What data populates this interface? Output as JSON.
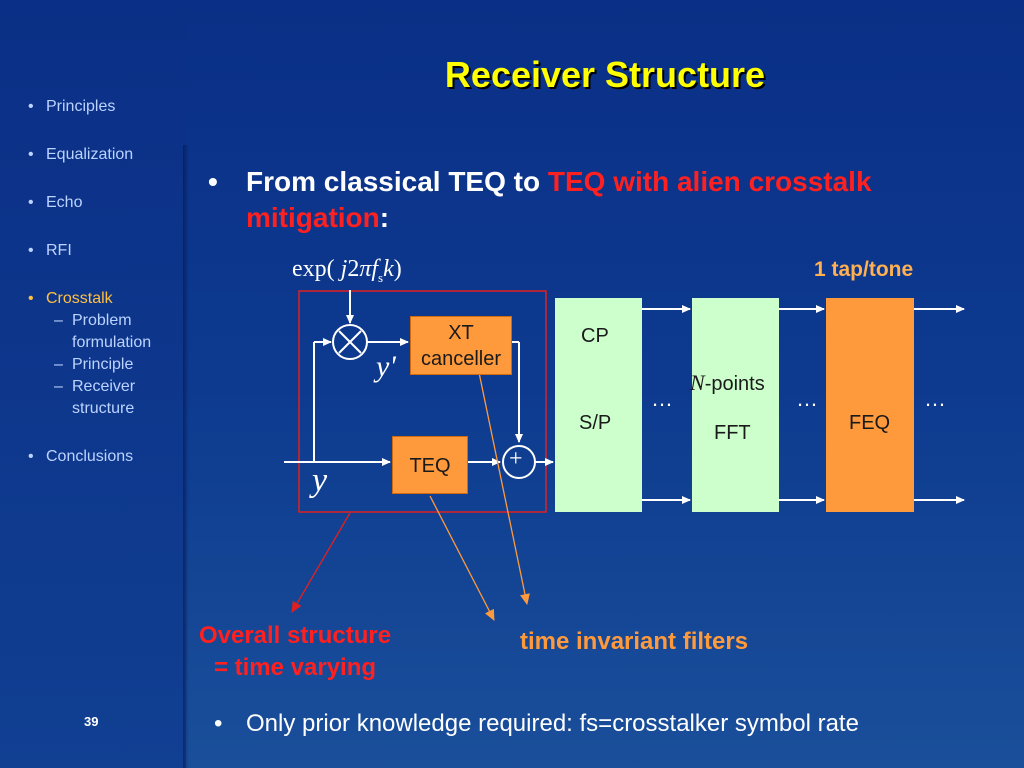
{
  "sidebar": {
    "items": [
      {
        "label": "Principles"
      },
      {
        "label": "Equalization"
      },
      {
        "label": "Echo"
      },
      {
        "label": "RFI"
      },
      {
        "label": "Crosstalk"
      }
    ],
    "subitems": [
      {
        "line1": "Problem",
        "line2": "formulation"
      },
      {
        "line1": "Principle",
        "line2": ""
      },
      {
        "line1": "Receiver",
        "line2": "structure"
      }
    ],
    "last_item": "Conclusions",
    "active_item": "Crosstalk",
    "active_color": "#ffc040"
  },
  "slide": {
    "title": "Receiver Structure",
    "bullet1": {
      "part1": "From classical TEQ to ",
      "part2": "TEQ with alien crosstalk mitigation",
      "part3": ":"
    },
    "bullet2": "Only prior knowledge required: fs=crosstalker symbol rate",
    "page_number": "39"
  },
  "diagram": {
    "exp_label": {
      "prefix": "exp(",
      "j": " j",
      "two": "2",
      "pi": "π",
      "f": "f",
      "sub": "s",
      "k": "k",
      "suffix": ")"
    },
    "tap_label": "1 tap/tone",
    "xt_canceller": {
      "line1": "XT",
      "line2": "canceller"
    },
    "teq_label": "TEQ",
    "y_prime": "y'",
    "y": "y",
    "multiplier_symbol": "×",
    "adder_symbol": "+",
    "sp_block": {
      "cp": "CP",
      "label": "S/P"
    },
    "fft_block": {
      "n": "N",
      "points": "-points",
      "label": "FFT"
    },
    "feq_block": {
      "label": "FEQ"
    },
    "dots": "…",
    "annotation_left": {
      "line1": "Overall structure",
      "line2": "= time varying"
    },
    "annotation_right": "time invariant filters"
  },
  "colors": {
    "background": "#0d3a8f",
    "title": "#ffff00",
    "highlight_red": "#ff2020",
    "orange_block": "#ff9a3c",
    "green_block": "#ccffcc",
    "sidebar_text": "#bcd3ff"
  }
}
